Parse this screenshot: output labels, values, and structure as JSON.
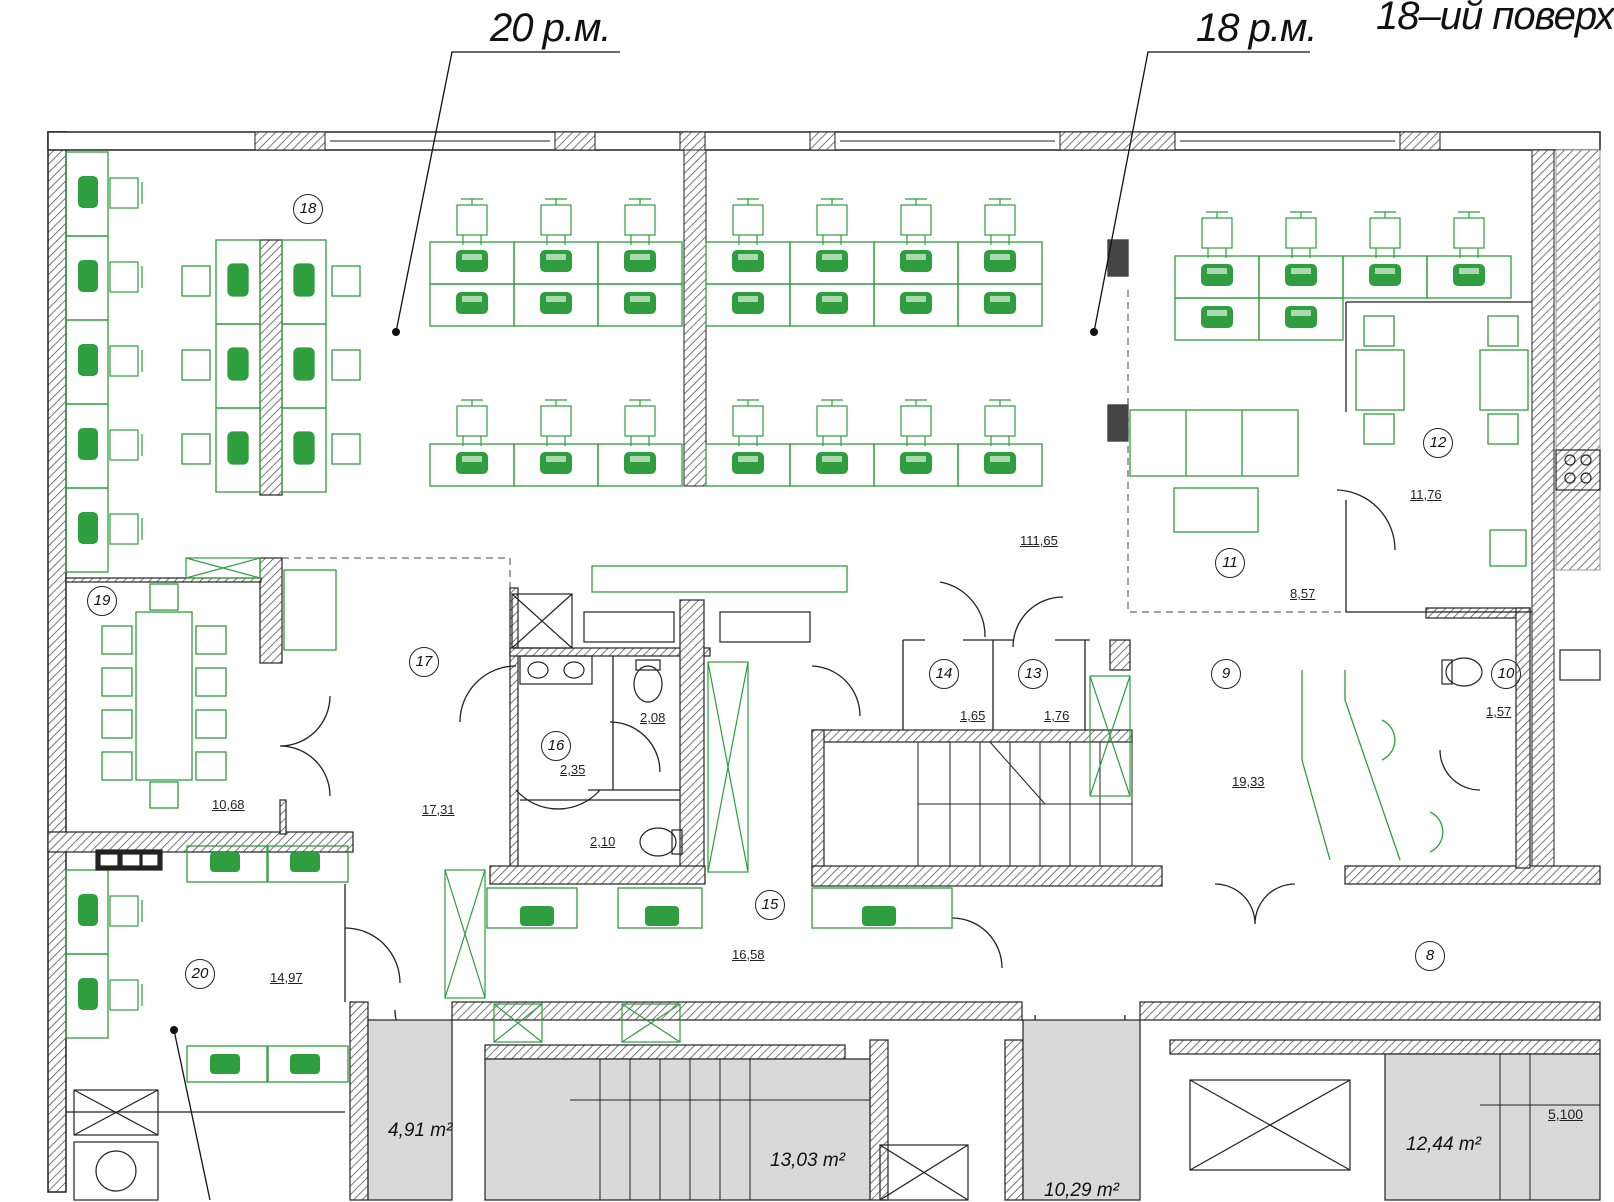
{
  "headers": {
    "left_capacity": "20 р.м.",
    "right_capacity": "18 р.м.",
    "floor_title": "18–ий поверх"
  },
  "rooms": [
    {
      "num": "18",
      "area": ""
    },
    {
      "num": "19",
      "area": "10,68"
    },
    {
      "num": "17",
      "area": "17,31"
    },
    {
      "num": "16",
      "area": "2,35"
    },
    {
      "num": "15",
      "area": "16,58"
    },
    {
      "num": "14",
      "area": "1,65"
    },
    {
      "num": "13",
      "area": "1,76"
    },
    {
      "num": "12",
      "area": "11,76"
    },
    {
      "num": "11",
      "area": "8,57"
    },
    {
      "num": "10",
      "area": "1,57"
    },
    {
      "num": "9",
      "area": "19,33"
    },
    {
      "num": "8",
      "area": ""
    },
    {
      "num": "20",
      "area": "14,97"
    }
  ],
  "extra_areas": {
    "open_space": "111,65",
    "wc_a": "2,08",
    "wc_b": "2,10",
    "right_edge": "5,100"
  },
  "service_areas": [
    {
      "value": "4,91",
      "unit": "m²"
    },
    {
      "value": "13,03",
      "unit": "m²"
    },
    {
      "value": "10,29",
      "unit": "m²"
    },
    {
      "value": "12,44",
      "unit": "m²"
    }
  ],
  "colors": {
    "wall": "#222222",
    "furniture": "#2e9e3e",
    "hatch": "#555555",
    "service": "#d9d9d9"
  }
}
